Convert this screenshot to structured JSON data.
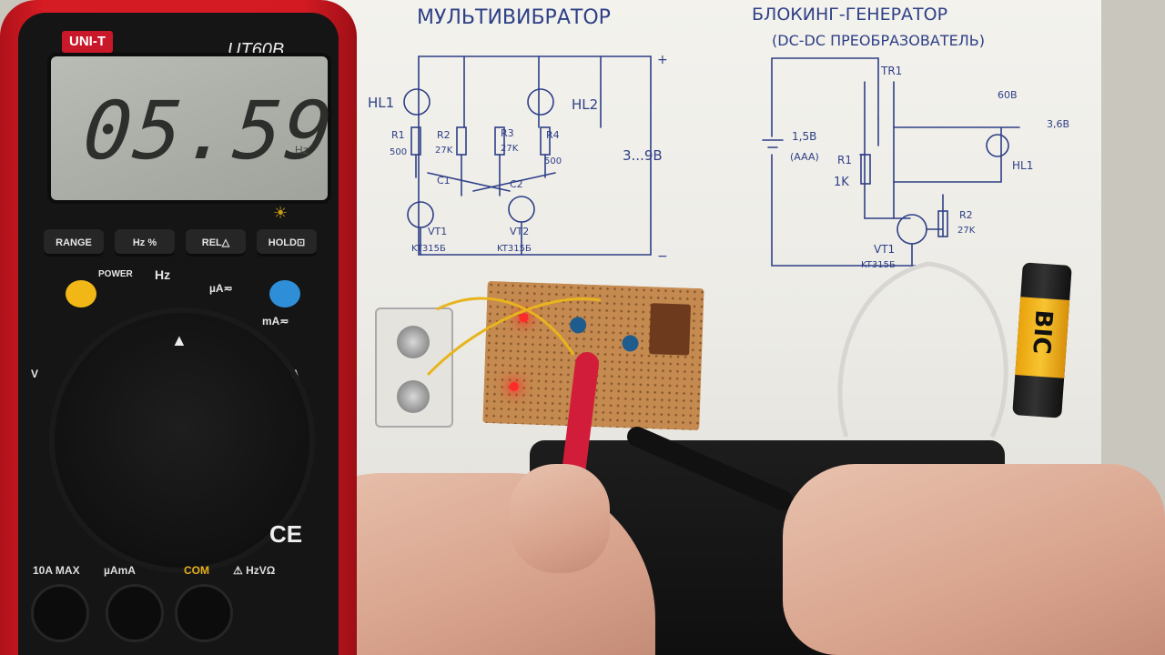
{
  "multimeter": {
    "brand": "UNI-T",
    "model": "UT60B",
    "display_value": "05.59",
    "display_unit": "Hz",
    "buttons": [
      "RANGE",
      "Hz %",
      "REL△",
      "HOLD⊡"
    ],
    "labels": {
      "power": "POWER",
      "hz": "Hz",
      "ua": "µA≂",
      "ma": "mA≂",
      "v": "V",
      "a": "A",
      "ce": "CE"
    },
    "jacks": [
      "10A MAX",
      "µAmA",
      "COM",
      "⚠ HzVΩ"
    ],
    "colors": {
      "body": "#d51b24",
      "yellow_button": "#f0b716",
      "blue_button": "#2f8ed8"
    }
  },
  "schematic_left": {
    "title": "МУЛЬТИВИБРАТОР",
    "labels": [
      "HL1",
      "HL2",
      "R1",
      "500",
      "R2",
      "27K",
      "R3",
      "27K",
      "R4",
      "500",
      "C1",
      "C2",
      "VT1",
      "KT315Б",
      "VT2",
      "KT315Б",
      "3...9В",
      "+",
      "−"
    ]
  },
  "schematic_right": {
    "title": "БЛОКИНГ-ГЕНЕРАТОР",
    "subtitle": "(DC-DC ПРЕОБРАЗОВАТЕЛЬ)",
    "labels": [
      "TR1",
      "1,5В",
      "(AAA)",
      "R1",
      "1K",
      "VT1",
      "KT315Б",
      "R2",
      "27K",
      "HL1",
      "60В",
      "3,6В"
    ]
  },
  "battery": {
    "brand": "BIC"
  }
}
